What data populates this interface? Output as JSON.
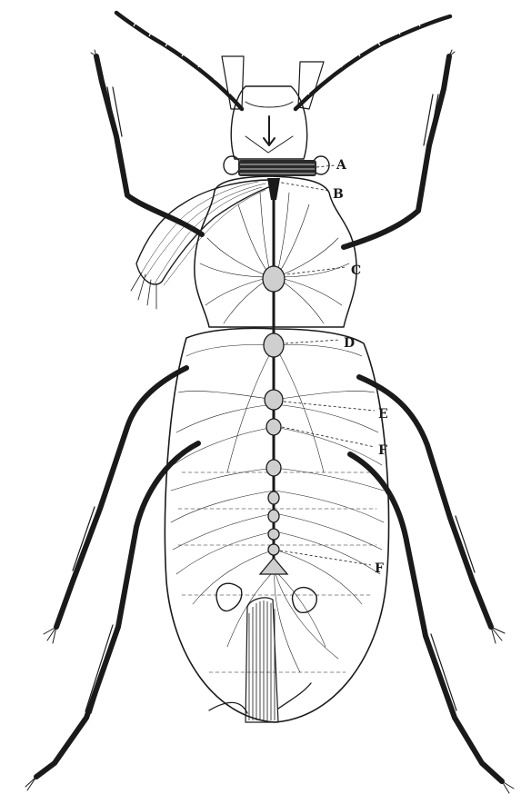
{
  "figure": {
    "labels": [
      "A",
      "B",
      "C",
      "D",
      "E",
      "F",
      "F"
    ]
  }
}
